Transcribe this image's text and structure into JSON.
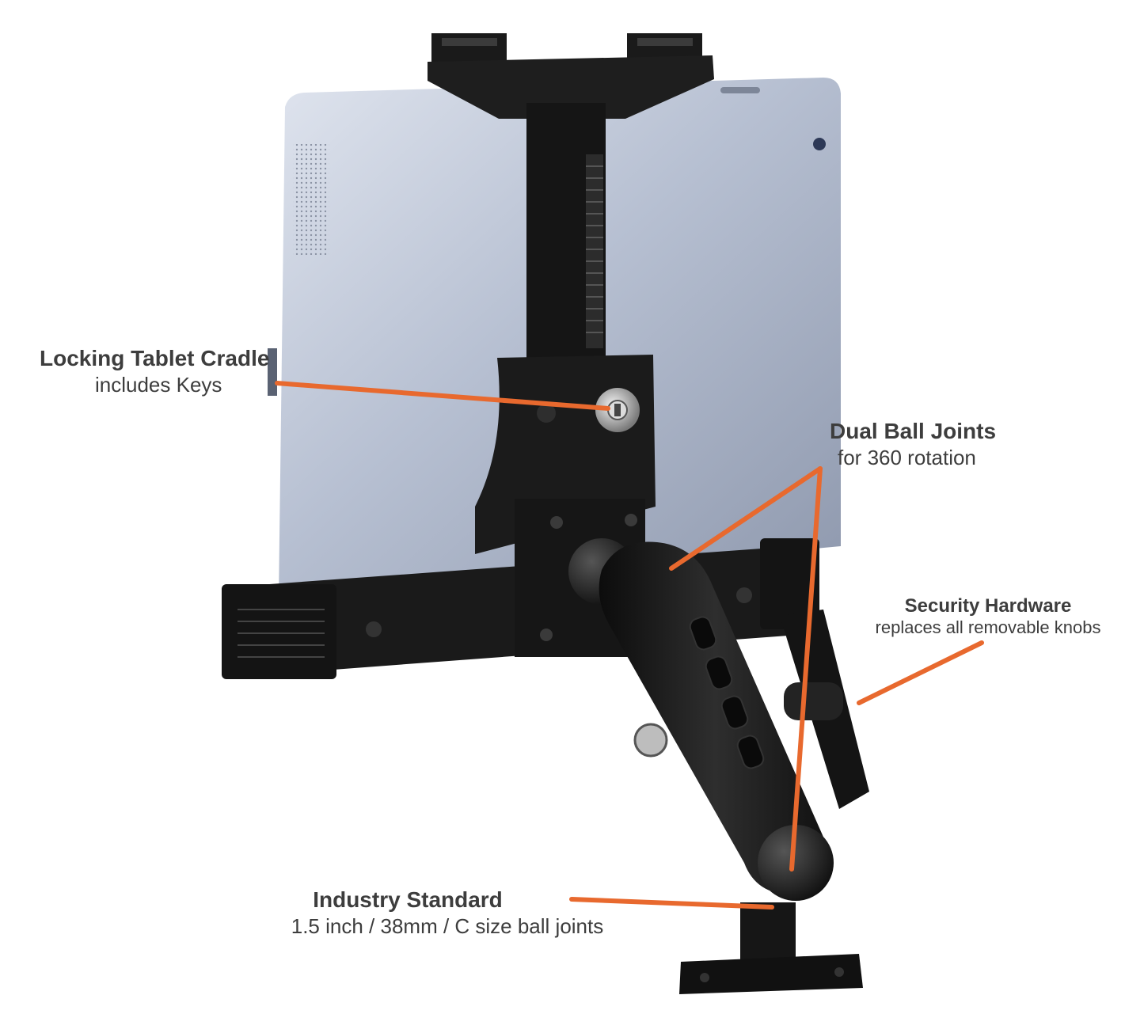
{
  "callouts": {
    "cradle": {
      "title": "Locking Tablet Cradle",
      "subtitle": "includes Keys"
    },
    "ball_joints": {
      "title": "Dual Ball Joints",
      "subtitle": "for 360 rotation"
    },
    "security": {
      "title": "Security Hardware",
      "subtitle": "replaces all removable knobs"
    },
    "industry": {
      "title": "Industry Standard",
      "subtitle": "1.5 inch / 38mm / C size ball joints"
    }
  },
  "colors": {
    "leader_line": "#e8692e",
    "label_text": "#3d3d3d",
    "tablet_body": "#b9c2d3",
    "mount_black": "#1c1c1c"
  }
}
